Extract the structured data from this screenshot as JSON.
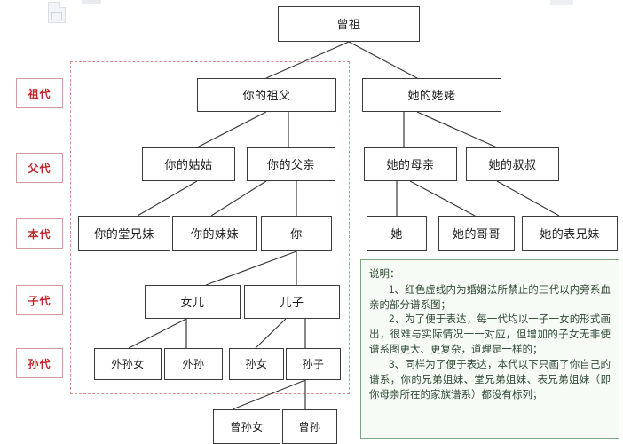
{
  "diagram": {
    "title_root": "曾祖",
    "generations": [
      {
        "id": "gen-zu",
        "label": "祖代"
      },
      {
        "id": "gen-fu",
        "label": "父代"
      },
      {
        "id": "gen-ben",
        "label": "本代"
      },
      {
        "id": "gen-zi",
        "label": "子代"
      },
      {
        "id": "gen-sun",
        "label": "孙代"
      }
    ],
    "nodes": {
      "root": "曾祖",
      "your_grandpa": "你的祖父",
      "her_grandma": "她的姥姥",
      "your_aunt": "你的姑姑",
      "your_father": "你的父亲",
      "her_mother": "她的母亲",
      "her_uncle": "她的叔叔",
      "your_cousin": "你的堂兄妹",
      "your_sister": "你的妹妹",
      "you": "你",
      "her": "她",
      "her_brother": "她的哥哥",
      "her_cousin": "她的表兄妹",
      "daughter": "女儿",
      "son": "儿子",
      "dg_daughter": "外孙女",
      "dg_son": "外孙",
      "sg_daughter": "孙女",
      "sg_son": "孙子",
      "gg_daughter": "曾孙女",
      "gg_son": "曾孙"
    },
    "note": {
      "title": "说明：",
      "items": [
        "1、红色虚线内为婚姻法所禁止的三代以内旁系血亲的部分谱系图；",
        "2、为了便于表达，每一代均以一子一女的形式画出，很难与实际情况一一对应，但增加的子女无非使谱系图更大、更复杂，道理是一样的；",
        "3、同样为了便于表达，本代以下只画了你自己的谱系，你的兄弟姐妹、堂兄弟姐妹、表兄弟姐妹（即你母亲所在的家族谱系）都没有标列；"
      ]
    },
    "colors": {
      "node_border": "#3a3a3a",
      "dashed_border": "#d98f96",
      "gen_tag_text": "#c0272d",
      "gen_tag_border": "#cf9aa0",
      "note_border": "#7aa77f",
      "note_bg": "#f7fbf6",
      "note_text": "#2f4a33",
      "background": "#ffffff"
    }
  }
}
